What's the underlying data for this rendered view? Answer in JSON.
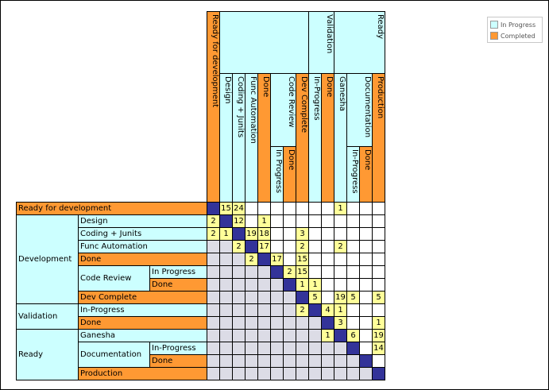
{
  "colors": {
    "in_progress": "#ccffff",
    "completed": "#ff9933",
    "filled": "#ffff99",
    "diagonal": "#333399",
    "empty": "#ffffff",
    "lower": "#dcdce6"
  },
  "legend": {
    "in_progress": "In Progress",
    "completed": "Completed"
  },
  "columns": [
    {
      "label": "Ready for development",
      "kind": "completed"
    },
    {
      "label": "Design",
      "kind": "in_progress"
    },
    {
      "label": "Coding + Junits",
      "kind": "in_progress"
    },
    {
      "label": "Func Automation",
      "kind": "in_progress"
    },
    {
      "label": "Done",
      "kind": "completed"
    },
    {
      "label": "In Progress",
      "kind": "in_progress"
    },
    {
      "label": "Done",
      "kind": "completed"
    },
    {
      "label": "Dev Complete",
      "kind": "completed"
    },
    {
      "label": "In-Progress",
      "kind": "in_progress"
    },
    {
      "label": "Done",
      "kind": "completed"
    },
    {
      "label": "Ganesha",
      "kind": "in_progress"
    },
    {
      "label": "In-Progress",
      "kind": "in_progress"
    },
    {
      "label": "Done",
      "kind": "completed"
    },
    {
      "label": "Production",
      "kind": "completed"
    }
  ],
  "column_groups": [
    {
      "label": "Development",
      "kind": "in_progress"
    },
    {
      "label": "Code Review",
      "kind": "in_progress"
    },
    {
      "label": "Validation",
      "kind": "in_progress"
    },
    {
      "label": "Ready",
      "kind": "in_progress"
    },
    {
      "label": "Documentation",
      "kind": "in_progress"
    }
  ],
  "rows": [
    {
      "label": "Ready for development",
      "kind": "completed"
    },
    {
      "label": "Design",
      "kind": "in_progress"
    },
    {
      "label": "Coding + Junits",
      "kind": "in_progress"
    },
    {
      "label": "Func Automation",
      "kind": "in_progress"
    },
    {
      "label": "Done",
      "kind": "completed"
    },
    {
      "label": "In Progress",
      "kind": "in_progress"
    },
    {
      "label": "Done",
      "kind": "completed"
    },
    {
      "label": "Dev Complete",
      "kind": "completed"
    },
    {
      "label": "In-Progress",
      "kind": "in_progress"
    },
    {
      "label": "Done",
      "kind": "completed"
    },
    {
      "label": "Ganesha",
      "kind": "in_progress"
    },
    {
      "label": "In-Progress",
      "kind": "in_progress"
    },
    {
      "label": "Done",
      "kind": "completed"
    },
    {
      "label": "Production",
      "kind": "completed"
    }
  ],
  "row_groups": [
    {
      "label": "Development"
    },
    {
      "label": "Code Review"
    },
    {
      "label": "Validation"
    },
    {
      "label": "Ready"
    },
    {
      "label": "Documentation"
    }
  ],
  "matrix": [
    [
      "",
      "15",
      "24",
      "",
      "",
      "",
      "",
      "",
      "",
      "",
      "1",
      "",
      "",
      ""
    ],
    [
      "2",
      "",
      "12",
      "",
      "1",
      "",
      "",
      "",
      "",
      "",
      "",
      "",
      "",
      ""
    ],
    [
      "2",
      "1",
      "",
      "19",
      "18",
      "",
      "",
      "3",
      "",
      "",
      "",
      "",
      "",
      ""
    ],
    [
      "",
      "",
      "2",
      "",
      "17",
      "",
      "",
      "2",
      "",
      "",
      "2",
      "",
      "",
      ""
    ],
    [
      "",
      "",
      "",
      "2",
      "",
      "17",
      "",
      "15",
      "",
      "",
      "",
      "",
      "",
      ""
    ],
    [
      "",
      "",
      "",
      "",
      "",
      "",
      "2",
      "15",
      "",
      "",
      "",
      "",
      "",
      ""
    ],
    [
      "",
      "",
      "",
      "",
      "",
      "",
      "",
      "1",
      "1",
      "",
      "",
      "",
      "",
      ""
    ],
    [
      "",
      "",
      "",
      "",
      "",
      "",
      "",
      "",
      "5",
      "",
      "19",
      "5",
      "",
      "5"
    ],
    [
      "",
      "",
      "",
      "",
      "",
      "",
      "",
      "2",
      "",
      "4",
      "1",
      "",
      "",
      ""
    ],
    [
      "",
      "",
      "",
      "",
      "",
      "",
      "",
      "",
      "",
      "",
      "3",
      "",
      "",
      "1"
    ],
    [
      "",
      "",
      "",
      "",
      "",
      "",
      "",
      "",
      "",
      "1",
      "",
      "6",
      "",
      "19"
    ],
    [
      "",
      "",
      "",
      "",
      "",
      "",
      "",
      "",
      "",
      "",
      "",
      "",
      "",
      "14"
    ],
    [
      "",
      "",
      "",
      "",
      "",
      "",
      "",
      "",
      "",
      "",
      "",
      "",
      "",
      ""
    ],
    [
      "",
      "",
      "",
      "",
      "",
      "",
      "",
      "",
      "",
      "",
      "",
      "",
      "",
      ""
    ]
  ]
}
